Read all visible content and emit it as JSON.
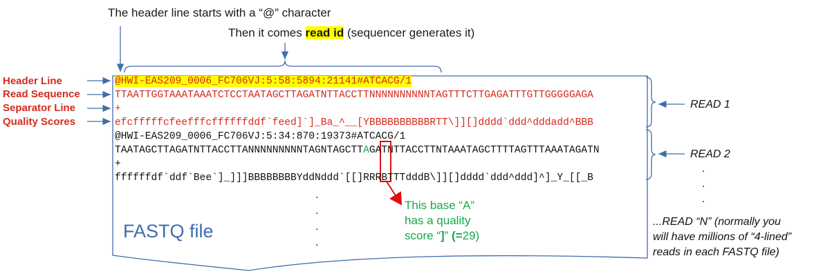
{
  "annotations": {
    "header_char_note": "The header line starts with a “@” character",
    "read_id_prefix": "Then it comes ",
    "read_id_highlight": "read id",
    "read_id_suffix": " (sequencer generates it)"
  },
  "labels": {
    "header_line": "Header Line",
    "read_sequence": "Read Sequence",
    "separator_line": "Separator Line",
    "quality_scores": "Quality Scores"
  },
  "read1": {
    "header_at": "@",
    "header_id": "HWI-EAS209_0006_FC706VJ:5:58:5894:21141#ATCACG/1",
    "sequence": "TTAATTGGTAAATAAATCTCCTAATAGCTTAGATNTTACCTTNNNNNNNNNNTAGTTTCTTGAGATTTGTTGGGGGAGA",
    "separator": "+",
    "quality": "efcfffffcfeefffcffffffddf`feed]`]_Ba_^__[YBBBBBBBBBBRTT\\]][]dddd`ddd^dddadd^BBB"
  },
  "read2": {
    "header": "@HWI-EAS209_0006_FC706VJ:5:34:870:19373#ATCACG/1",
    "sequence_before": "TAATAGCTTAGATNTTACCTTANNNNNNNNNTAGNTAGCTT",
    "sequence_base": "A",
    "sequence_after": "GATNTTACCTTNTAAATAGCTTTTAGTTTAAATAGATN",
    "separator": "+",
    "quality_before": "ffffffdf`ddf`Bee`]_]]]BBBBBBBBYddNddd`[[",
    "quality_score": "]",
    "quality_after": "RRRBTTTdddB\\]][]dddd`ddd^ddd]^]_Y_[[_B"
  },
  "right_labels": {
    "read1": "READ 1",
    "read2": "READ 2",
    "readn_lines": [
      "...READ “N” (normally you",
      "will have millions of “4-lined”",
      "reads in each FASTQ file)"
    ]
  },
  "callout": {
    "lines": [
      "This base “A”",
      "has a quality"
    ],
    "score_prefix": "score “",
    "score_char": "]",
    "score_mid": "” ",
    "score_value": "(=",
    "score_number": "29)"
  },
  "file_label": "FASTQ file",
  "dot": ".",
  "colors": {
    "red": "#d42a1e",
    "blue": "#3f6dab",
    "green": "#1aa64b",
    "highlight": "#ffff00"
  }
}
